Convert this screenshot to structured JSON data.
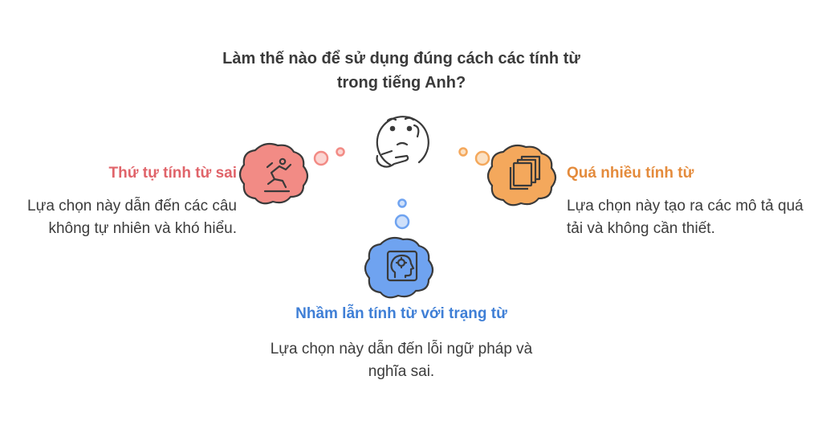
{
  "question": "Làm thế nào để sử dụng đúng cách các tính từ trong tiếng Anh?",
  "left": {
    "heading": "Thứ tự tính từ sai",
    "description": "Lựa chọn này dẫn đến các câu không tự nhiên và khó hiểu.",
    "color": "#f28b85",
    "icon": "falling-person-icon"
  },
  "right": {
    "heading": "Quá nhiều tính từ",
    "description": "Lựa chọn này tạo ra các mô tả quá tải và không cần thiết.",
    "color": "#f4a85c",
    "icon": "stacked-documents-icon"
  },
  "bottom": {
    "heading": "Nhầm lẫn tính từ với trạng từ",
    "description": "Lựa chọn này dẫn đến lỗi ngữ pháp và nghĩa sai.",
    "color": "#6fa3f0",
    "icon": "brain-head-icon"
  },
  "center_icon": "thinking-face-icon"
}
